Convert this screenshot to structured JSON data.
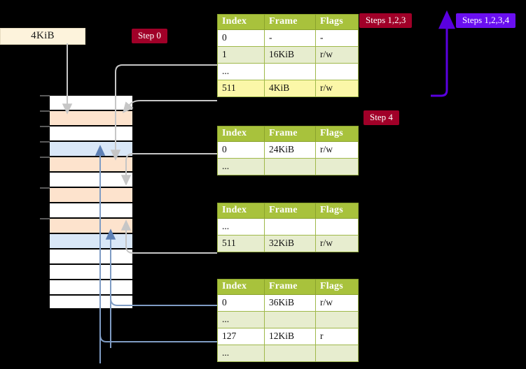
{
  "memory": {
    "size_label": "4KiB",
    "rows": [
      {
        "fill": "white"
      },
      {
        "fill": "peach"
      },
      {
        "fill": "white"
      },
      {
        "fill": "blue"
      },
      {
        "fill": "peach"
      },
      {
        "fill": "white"
      },
      {
        "fill": "peach"
      },
      {
        "fill": "white"
      },
      {
        "fill": "peach"
      },
      {
        "fill": "blue"
      },
      {
        "fill": "white"
      },
      {
        "fill": "white"
      },
      {
        "fill": "white"
      },
      {
        "fill": "white"
      }
    ]
  },
  "badges": {
    "step0": "Step 0",
    "step4": "Step 4",
    "steps123": "Steps 1,2,3",
    "steps1234": "Steps 1,2,3,4"
  },
  "tables": [
    {
      "name": "pml4-table",
      "headers": [
        "Index",
        "Frame",
        "Flags"
      ],
      "rows": [
        {
          "cells": [
            "0",
            "-",
            "-"
          ],
          "tint": false,
          "highlight": false
        },
        {
          "cells": [
            "1",
            "16KiB",
            "r/w"
          ],
          "tint": true,
          "highlight": false
        },
        {
          "cells": [
            "...",
            "",
            ""
          ],
          "tint": false,
          "highlight": false
        },
        {
          "cells": [
            "511",
            "4KiB",
            "r/w"
          ],
          "tint": true,
          "highlight": true
        }
      ]
    },
    {
      "name": "pdpt-table",
      "headers": [
        "Index",
        "Frame",
        "Flags"
      ],
      "rows": [
        {
          "cells": [
            "0",
            "24KiB",
            "r/w"
          ],
          "tint": false,
          "highlight": false
        },
        {
          "cells": [
            "...",
            "",
            ""
          ],
          "tint": true,
          "highlight": false
        }
      ]
    },
    {
      "name": "pd-table",
      "headers": [
        "Index",
        "Frame",
        "Flags"
      ],
      "rows": [
        {
          "cells": [
            "...",
            "",
            ""
          ],
          "tint": false,
          "highlight": false
        },
        {
          "cells": [
            "511",
            "32KiB",
            "r/w"
          ],
          "tint": true,
          "highlight": false
        }
      ]
    },
    {
      "name": "pt-table",
      "headers": [
        "Index",
        "Frame",
        "Flags"
      ],
      "rows": [
        {
          "cells": [
            "0",
            "36KiB",
            "r/w"
          ],
          "tint": false,
          "highlight": false
        },
        {
          "cells": [
            "...",
            "",
            ""
          ],
          "tint": true,
          "highlight": false
        },
        {
          "cells": [
            "127",
            "12KiB",
            "r"
          ],
          "tint": false,
          "highlight": false
        },
        {
          "cells": [
            "...",
            "",
            ""
          ],
          "tint": true,
          "highlight": false
        }
      ]
    }
  ],
  "colors": {
    "header_green": "#a8c23c",
    "row_tint": "#e7edcf",
    "highlight": "#fbf7a8",
    "peach": "#fde3cd",
    "blue": "#d9e7f7",
    "badge_crimson": "#a00028",
    "badge_violet": "#6a0ff0",
    "connector_gray": "#bdbdbd",
    "connector_blue": "#7f9cc4",
    "background": "#000000"
  }
}
